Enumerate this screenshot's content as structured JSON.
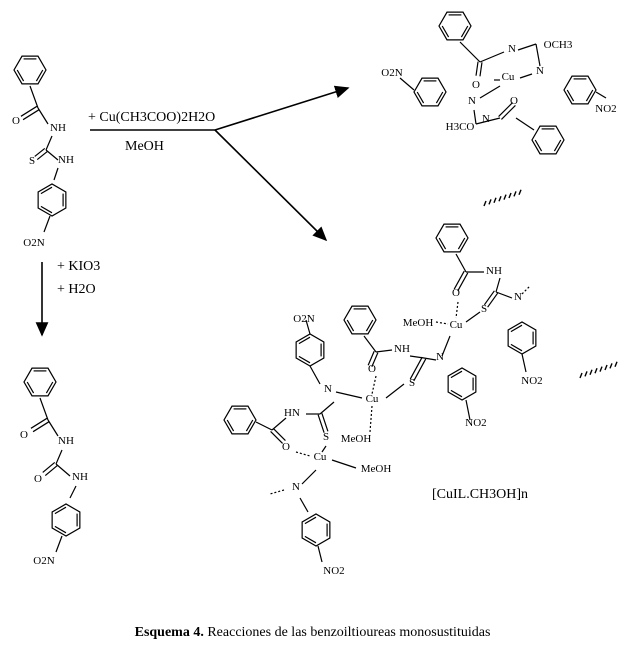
{
  "reagents": {
    "top_line1": "+ Cu(CH3COO)2H2O",
    "top_line2": "MeOH",
    "down_line1": "+ KIO3",
    "down_line2": "+ H2O"
  },
  "polymer_label": "[CuIL.CH3OH]n",
  "caption": {
    "bold": "Esquema 4.",
    "rest": " Reacciones de las  benzoiltioureas monosustituidas"
  },
  "atoms": {
    "O": "O",
    "N": "N",
    "S": "S",
    "NH": "NH",
    "HN": "HN",
    "Cu": "Cu",
    "NO2": "NO2",
    "O2N": "O2N",
    "OCH3": "OCH3",
    "H3CO": "H3CO",
    "MeOH": "MeOH"
  }
}
